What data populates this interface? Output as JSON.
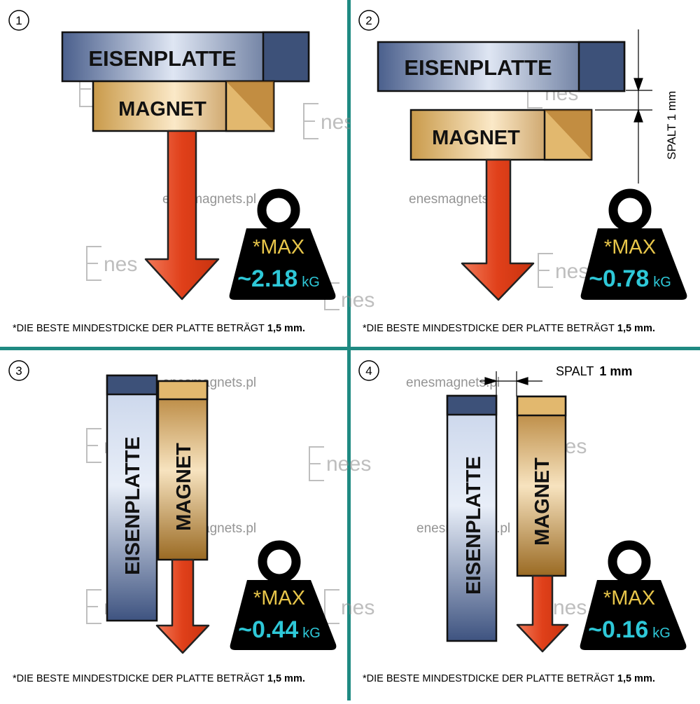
{
  "panels": [
    {
      "number": "1",
      "plate_label": "EISENPLATTE",
      "magnet_label": "MAGNET",
      "max_label": "*MAX",
      "force_value": "~2.18",
      "force_unit": "kG",
      "footnote_main": "*DIE BESTE MINDESTDICKE DER PLATTE BETRÄGT",
      "footnote_bold": "1,5 mm.",
      "watermark_url": "enesmagnets.pl",
      "logo_text": "nes"
    },
    {
      "number": "2",
      "plate_label": "EISENPLATTE",
      "magnet_label": "MAGNET",
      "max_label": "*MAX",
      "force_value": "~0.78",
      "force_unit": "kG",
      "gap_label": "SPALT 1 mm",
      "footnote_main": "*DIE BESTE MINDESTDICKE DER PLATTE BETRÄGT",
      "footnote_bold": "1,5 mm.",
      "watermark_url": "enesmagnets.pl",
      "logo_text": "nes"
    },
    {
      "number": "3",
      "plate_label": "EISENPLATTE",
      "magnet_label": "MAGNET",
      "max_label": "*MAX",
      "force_value": "~0.44",
      "force_unit": "kG",
      "footnote_main": "*DIE BESTE MINDESTDICKE DER PLATTE BETRÄGT",
      "footnote_bold": "1,5 mm.",
      "watermark_url": "enesmagnets.pl",
      "logo_text": "nes"
    },
    {
      "number": "4",
      "plate_label": "EISENPLATTE",
      "magnet_label": "MAGNET",
      "max_label": "*MAX",
      "force_value": "~0.16",
      "force_unit": "kG",
      "gap_label_word": "SPALT",
      "gap_label_value": "1 mm",
      "footnote_main": "*DIE BESTE MINDESTDICKE DER PLATTE BETRÄGT",
      "footnote_bold": "1,5 mm.",
      "watermark_url": "enesmagnets.pl",
      "logo_text": "nes"
    }
  ],
  "colors": {
    "divider": "#1f8a82",
    "max_text": "#e8c64a",
    "force_text": "#2ec8d8",
    "arrow": "#e0401a",
    "weight": "#000000"
  }
}
